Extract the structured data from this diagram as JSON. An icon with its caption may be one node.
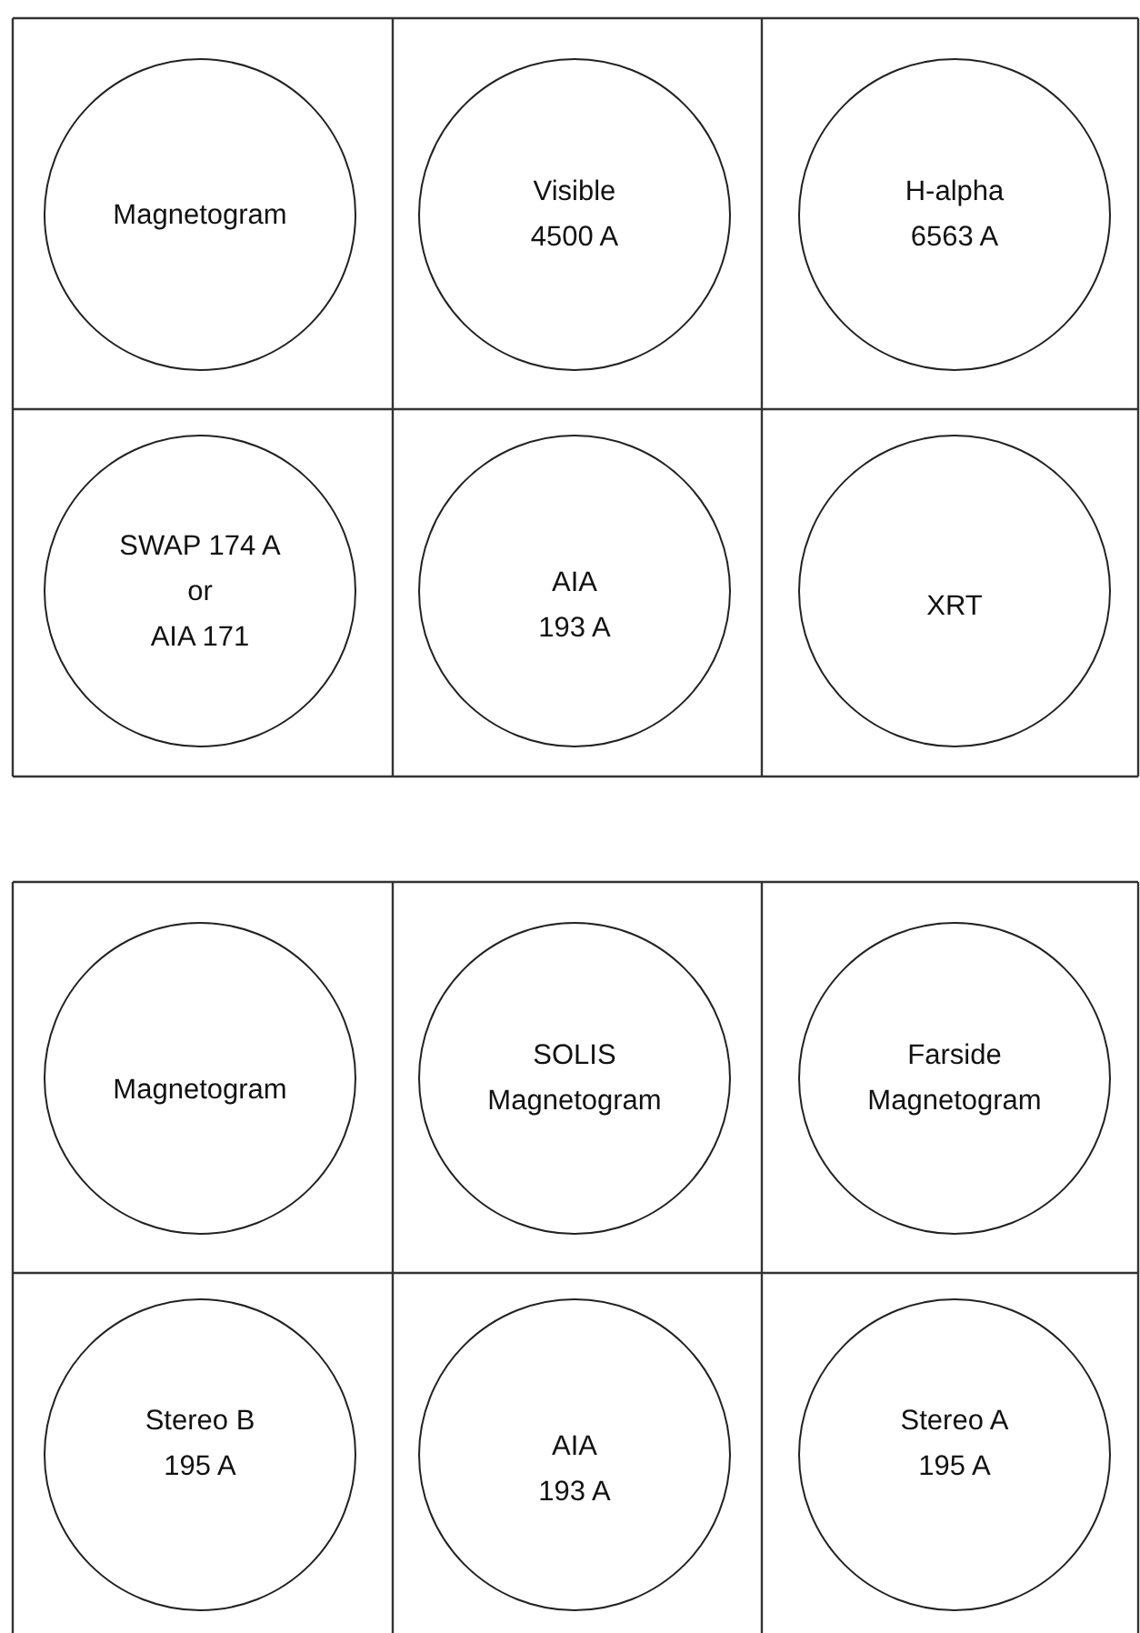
{
  "diagram": {
    "nodes": [
      {
        "text": [
          "Magnetogram"
        ]
      },
      {
        "text": [
          "Visible 4500 A"
        ]
      },
      {
        "text": [
          "H-alpha 6563 A"
        ]
      },
      {
        "text": [
          "SWAP 174 A or AIA 171"
        ]
      },
      {
        "text": [
          "AIA 193 A"
        ]
      },
      {
        "text": [
          "XRT"
        ]
      },
      {
        "text": [
          "Magnetogram"
        ]
      },
      {
        "text": [
          "SOLIS Magnetogram"
        ]
      },
      {
        "text": [
          "Farside Magnetogram"
        ]
      },
      {
        "text": [
          "Stereo B 195 A"
        ]
      },
      {
        "text": [
          "AIA 193 A"
        ]
      },
      {
        "text": [
          "Stereo A 195 A"
        ]
      }
    ],
    "edges": []
  }
}
